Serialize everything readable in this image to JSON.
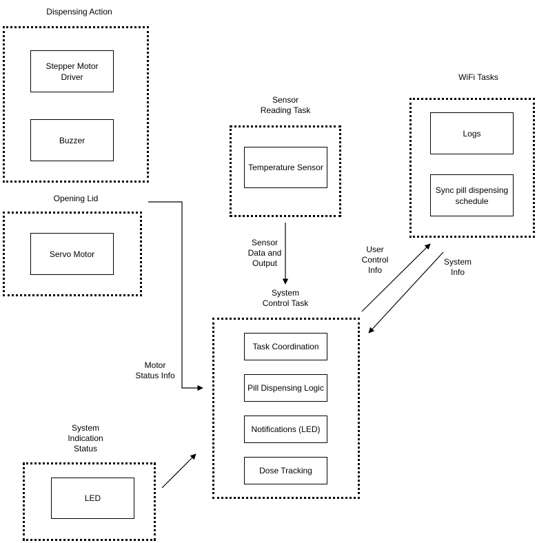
{
  "groups": {
    "dispensing": {
      "title": "Dispensing Action",
      "nodes": [
        "Stepper Motor Driver",
        "Buzzer"
      ]
    },
    "lid": {
      "title": "Opening Lid",
      "nodes": [
        "Servo Motor"
      ]
    },
    "sensor": {
      "title": "Sensor\nReading Task",
      "nodes": [
        "Temperature Sensor"
      ]
    },
    "wifi": {
      "title": "WiFi Tasks",
      "nodes": [
        "Logs",
        "Sync pill dispensing schedule"
      ]
    },
    "control": {
      "title": "System\nControl Task",
      "nodes": [
        "Task Coordination",
        "Pill Dispensing Logic",
        "Notifications (LED)",
        "Dose Tracking"
      ]
    },
    "indication": {
      "title": "System\nIndication\nStatus",
      "nodes": [
        "LED"
      ]
    }
  },
  "edges": {
    "sensor_to_control": "Sensor\nData and\nOutput",
    "control_to_wifi": "User\nControl\nInfo",
    "wifi_to_control": "System\nInfo",
    "lid_to_control": "Motor\nStatus Info"
  }
}
